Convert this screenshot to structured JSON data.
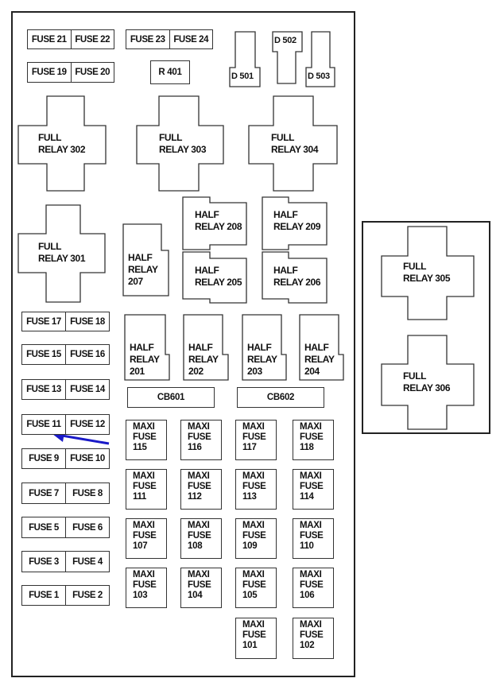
{
  "fuse_pairs": [
    [
      "FUSE 21",
      "FUSE 22"
    ],
    [
      "FUSE 23",
      "FUSE 24"
    ],
    [
      "FUSE 19",
      "FUSE 20"
    ],
    [
      "FUSE 17",
      "FUSE 18"
    ],
    [
      "FUSE 15",
      "FUSE 16"
    ],
    [
      "FUSE 13",
      "FUSE 14"
    ],
    [
      "FUSE 11",
      "FUSE 12"
    ],
    [
      "FUSE 9",
      "FUSE 10"
    ],
    [
      "FUSE 7",
      "FUSE 8"
    ],
    [
      "FUSE 5",
      "FUSE 6"
    ],
    [
      "FUSE 3",
      "FUSE 4"
    ],
    [
      "FUSE 1",
      "FUSE 2"
    ]
  ],
  "r401": "R 401",
  "diodes": [
    "D 501",
    "D 502",
    "D 503"
  ],
  "full_relays": [
    [
      "FULL",
      "RELAY 302"
    ],
    [
      "FULL",
      "RELAY 303"
    ],
    [
      "FULL",
      "RELAY 304"
    ],
    [
      "FULL",
      "RELAY 301"
    ],
    [
      "FULL",
      "RELAY 305"
    ],
    [
      "FULL",
      "RELAY 306"
    ]
  ],
  "half_relays": [
    [
      "HALF",
      "RELAY 208"
    ],
    [
      "HALF",
      "RELAY 209"
    ],
    [
      "HALF",
      "RELAY 205"
    ],
    [
      "HALF",
      "RELAY 206"
    ],
    [
      "HALF",
      "RELAY",
      "207"
    ],
    [
      "HALF",
      "RELAY",
      "201"
    ],
    [
      "HALF",
      "RELAY",
      "202"
    ],
    [
      "HALF",
      "RELAY",
      "203"
    ],
    [
      "HALF",
      "RELAY",
      "204"
    ]
  ],
  "circuit_breakers": [
    "CB601",
    "CB602"
  ],
  "maxi_fuses": [
    [
      "MAXI",
      "FUSE",
      "115"
    ],
    [
      "MAXI",
      "FUSE",
      "116"
    ],
    [
      "MAXI",
      "FUSE",
      "117"
    ],
    [
      "MAXI",
      "FUSE",
      "118"
    ],
    [
      "MAXI",
      "FUSE",
      "111"
    ],
    [
      "MAXI",
      "FUSE",
      "112"
    ],
    [
      "MAXI",
      "FUSE",
      "113"
    ],
    [
      "MAXI",
      "FUSE",
      "114"
    ],
    [
      "MAXI",
      "FUSE",
      "107"
    ],
    [
      "MAXI",
      "FUSE",
      "108"
    ],
    [
      "MAXI",
      "FUSE",
      "109"
    ],
    [
      "MAXI",
      "FUSE",
      "110"
    ],
    [
      "MAXI",
      "FUSE",
      "103"
    ],
    [
      "MAXI",
      "FUSE",
      "104"
    ],
    [
      "MAXI",
      "FUSE",
      "105"
    ],
    [
      "MAXI",
      "FUSE",
      "106"
    ],
    [
      "MAXI",
      "FUSE",
      "101"
    ],
    [
      "MAXI",
      "FUSE",
      "102"
    ]
  ],
  "colors": {
    "arrow": "#1a1ac8",
    "line": "#333333"
  }
}
